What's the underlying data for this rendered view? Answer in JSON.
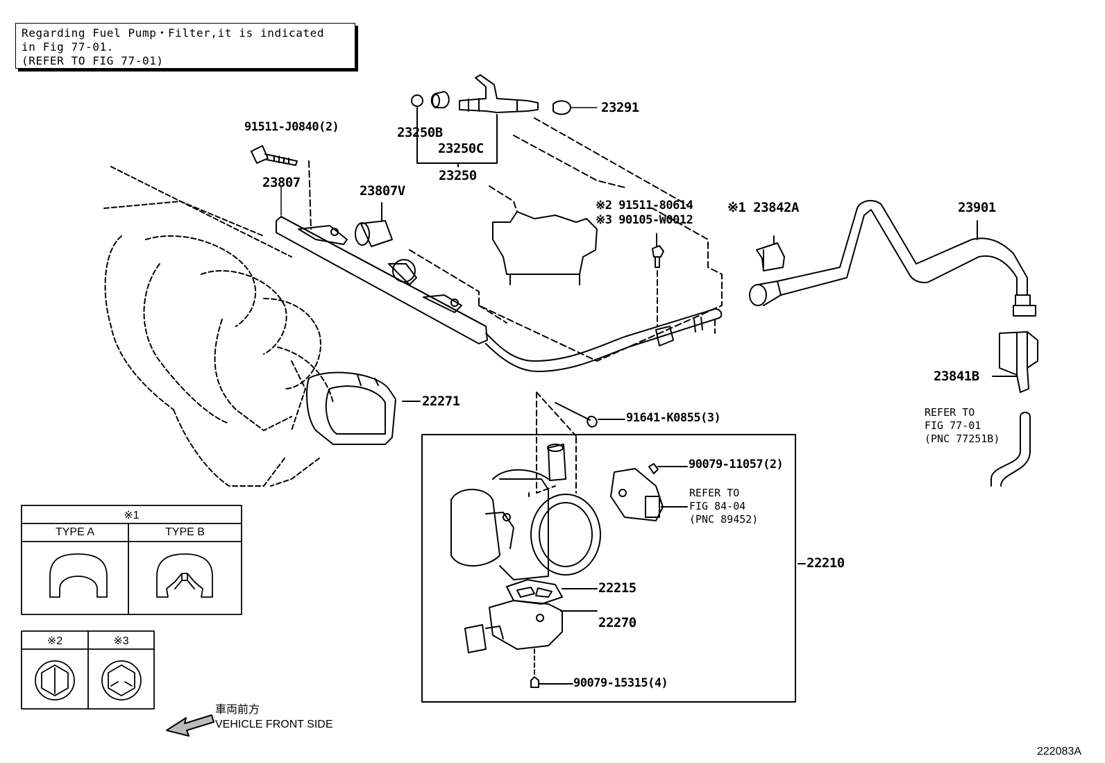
{
  "note": {
    "lines": [
      "Regarding Fuel Pump・Filter,it is indicated",
      "in Fig 77-01.",
      "(REFER TO FIG 77-01)"
    ]
  },
  "callouts": {
    "p91511_j0840": "91511-J0840(2)",
    "p23807": "23807",
    "p23807v": "23807V",
    "p23250b": "23250B",
    "p23250c": "23250C",
    "p23250": "23250",
    "p23291": "23291",
    "p91511_80614": "※2 91511-80614",
    "p90105_w0012": "※3 90105-W0012",
    "p23842a": "※1 23842A",
    "p23901": "23901",
    "p23841b": "23841B",
    "p22271": "22271",
    "p91641_k0855": "91641-K0855(3)",
    "p90079_11057": "90079-11057(2)",
    "p22210": "22210",
    "p22215": "22215",
    "p22270": "22270",
    "p90079_15315": "90079-15315(4)"
  },
  "refs": {
    "fuel_line": [
      "REFER TO",
      "FIG 77-01",
      "(PNC 77251B)"
    ],
    "sensor": [
      "REFER TO",
      "FIG 84-04",
      "(PNC 89452)"
    ]
  },
  "legend_types": {
    "title": "※1",
    "type_a": "TYPE A",
    "type_b": "TYPE B"
  },
  "legend_heads": {
    "m2": "※2",
    "m3": "※3"
  },
  "front": {
    "jp": "車両前方",
    "en": "VEHICLE FRONT SIDE"
  },
  "figure_id": "222083A"
}
